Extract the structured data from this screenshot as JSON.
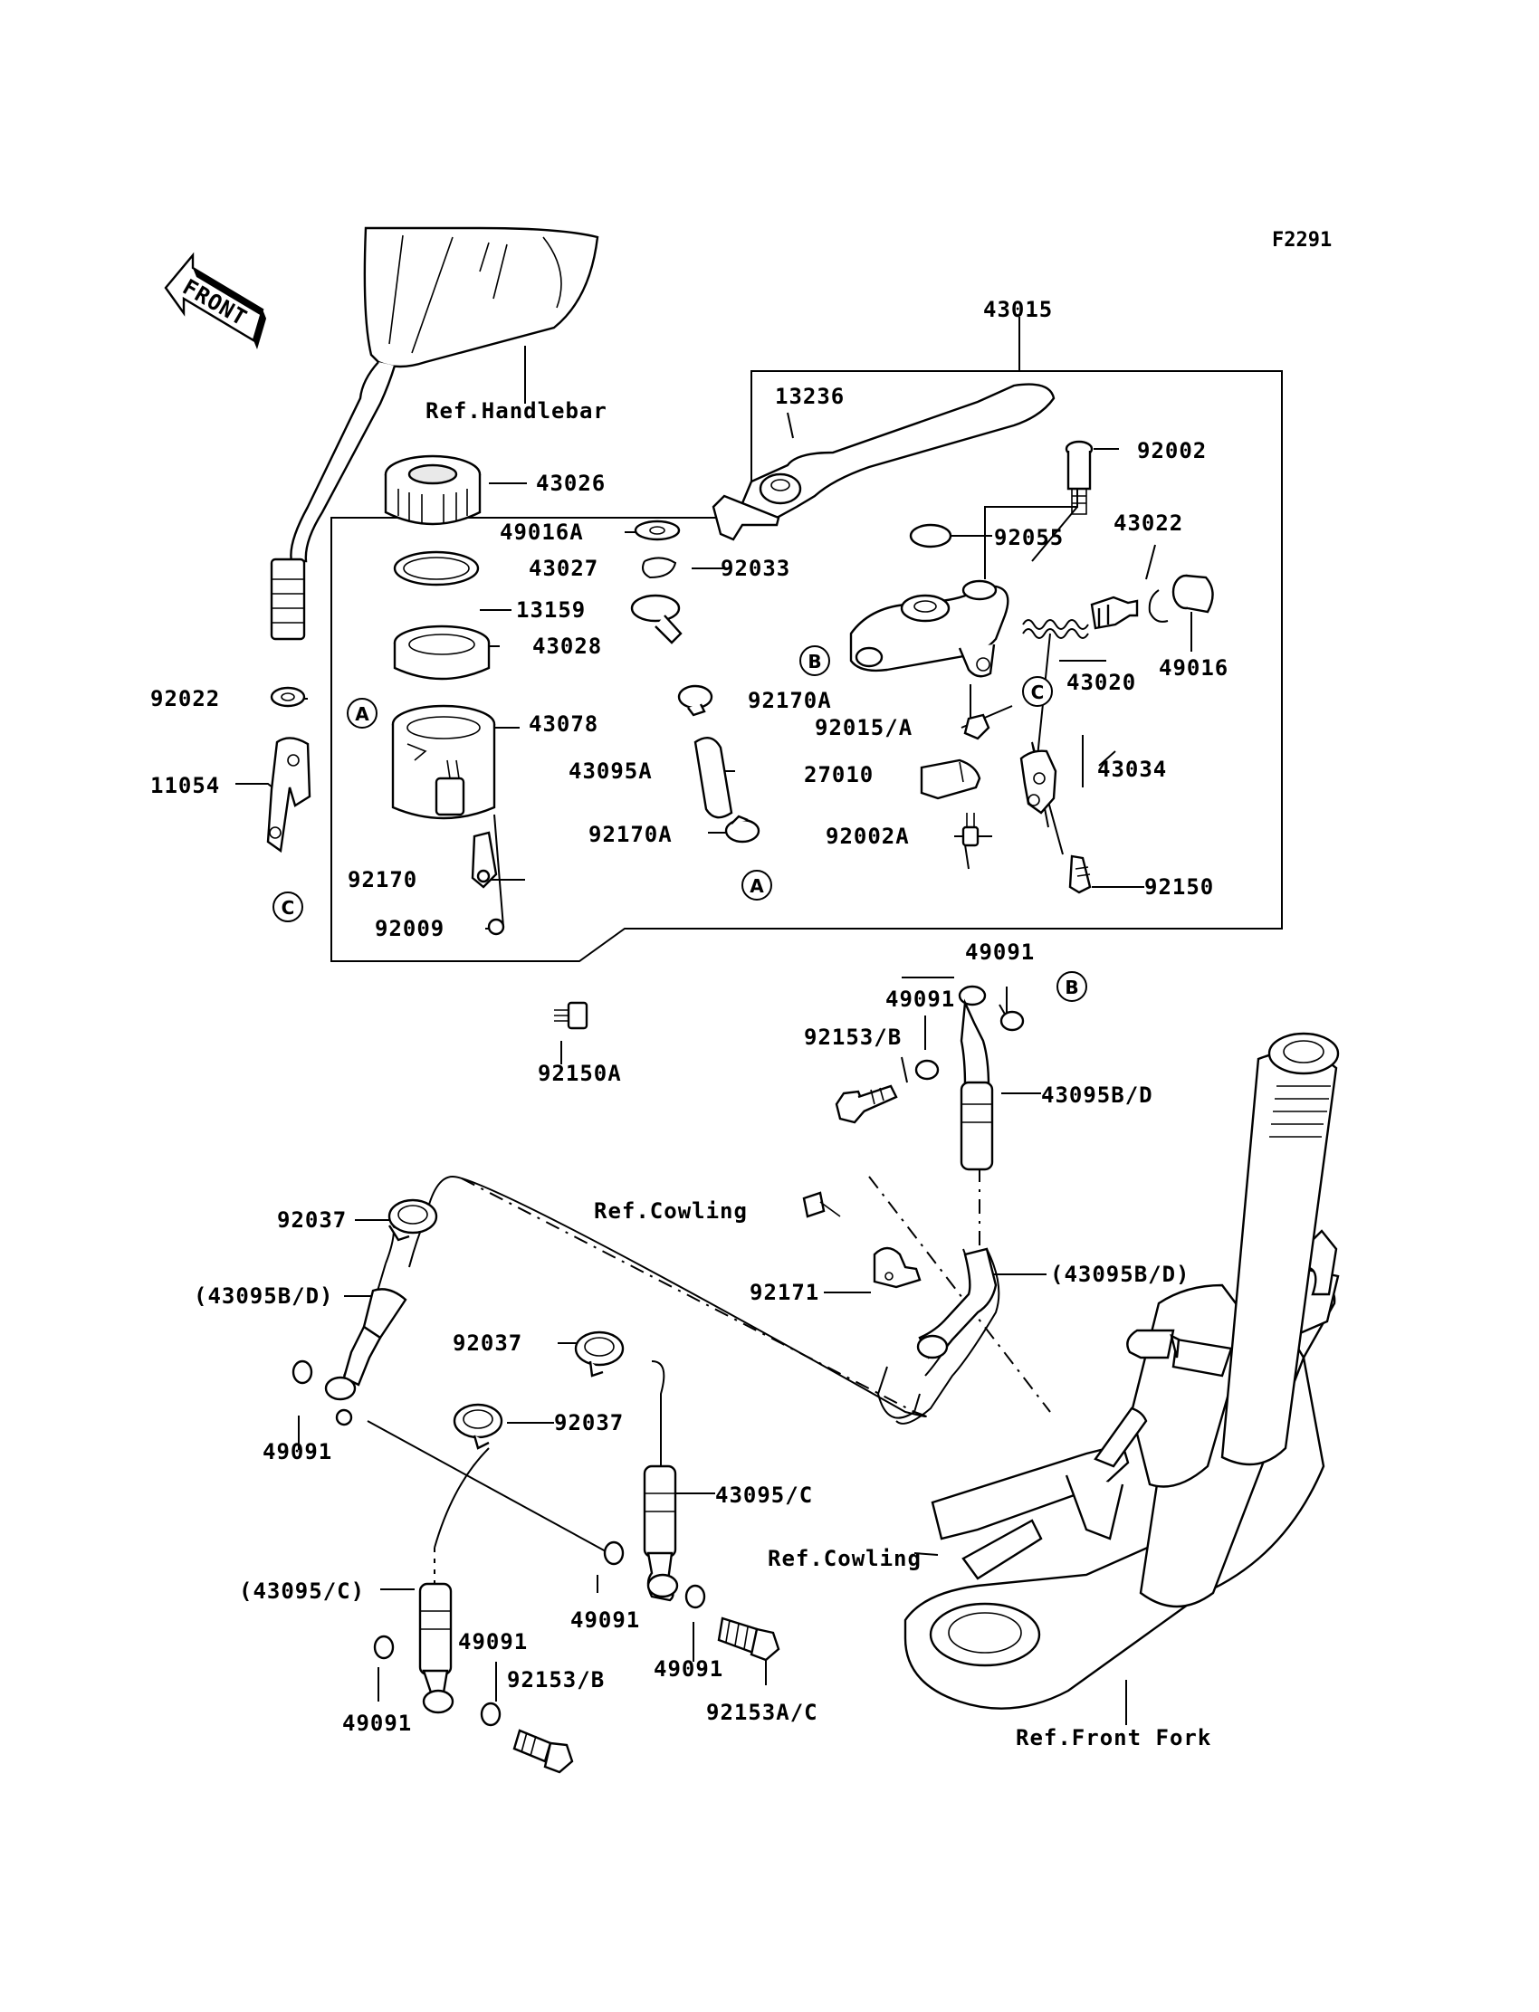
{
  "figure_code": "F2291",
  "front_arrow_text": "FRONT",
  "callouts": {
    "a": "A",
    "b": "B",
    "c": "C"
  },
  "labels": {
    "ref_handlebar": "Ref.Handlebar",
    "ref_cowling_1": "Ref.Cowling",
    "ref_cowling_2": "Ref.Cowling",
    "ref_front_fork": "Ref.Front Fork",
    "p43015": "43015",
    "p13236": "13236",
    "p92002": "92002",
    "p43026": "43026",
    "p49016a": "49016A",
    "p92055": "92055",
    "p43022": "43022",
    "p43027": "43027",
    "p92033": "92033",
    "p13159": "13159",
    "p43028": "43028",
    "p43020": "43020",
    "p49016": "49016",
    "p92022": "92022",
    "p92170a_1": "92170A",
    "p43078": "43078",
    "p92015a": "92015/A",
    "p43034": "43034",
    "p11054": "11054",
    "p43095a": "43095A",
    "p27010": "27010",
    "p92170a_2": "92170A",
    "p92002a": "92002A",
    "p92170": "92170",
    "p92150": "92150",
    "p92009": "92009",
    "p49091_top1": "49091",
    "p49091_top2": "49091",
    "p92153b_top": "92153/B",
    "p43095bd": "43095B/D",
    "p92150a": "92150A",
    "p92037_1": "92037",
    "p92171": "92171",
    "p43095bd_paren_right": "(43095B/D)",
    "p43095bd_paren_left": "(43095B/D)",
    "p92037_2": "92037",
    "p92037_3": "92037",
    "p49091_left": "49091",
    "p43095c": "43095/C",
    "p49091_mid": "49091",
    "p43095c_paren": "(43095/C)",
    "p49091_mid2": "49091",
    "p49091_low": "49091",
    "p92153b_low": "92153/B",
    "p92153ac": "92153A/C",
    "p49091_low2": "49091"
  }
}
